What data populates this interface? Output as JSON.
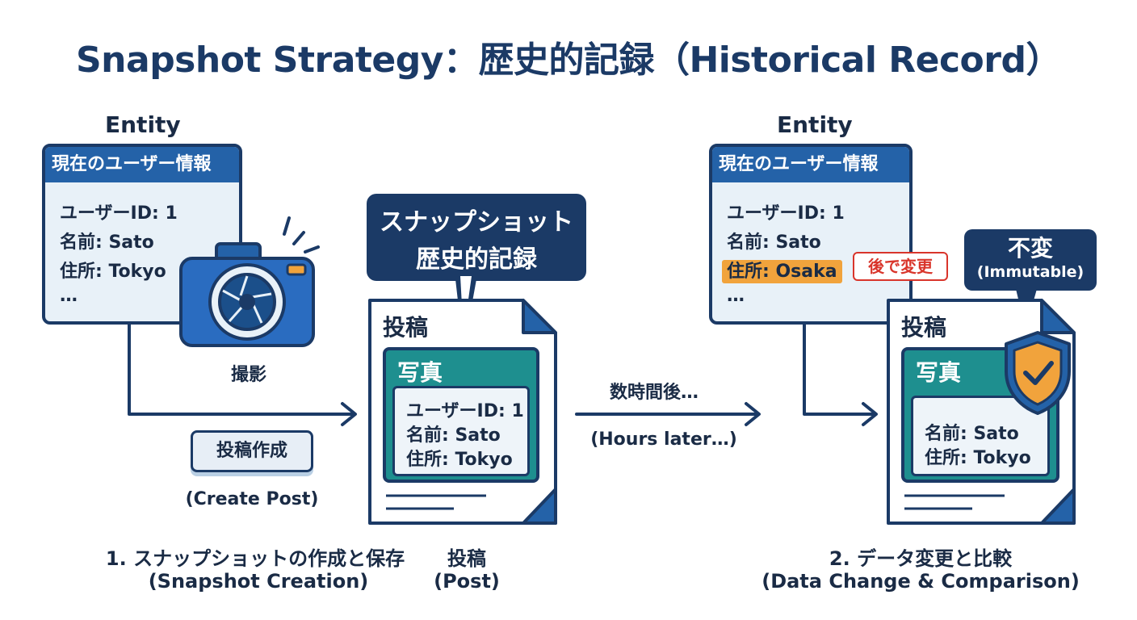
{
  "title": "Snapshot Strategy：歴史的記録（Historical Record）",
  "left": {
    "entity_label": "Entity",
    "card_header": "現在のユーザー情報",
    "lines": [
      "ユーザーID: 1",
      "名前: Sato",
      "住所: Tokyo",
      "…"
    ],
    "camera_caption": "撮影",
    "create_button": "投稿作成",
    "create_caption": "(Create Post)"
  },
  "bubble": {
    "line1": "スナップショット",
    "line2": "歴史的記録"
  },
  "post_doc": {
    "title": "投稿",
    "photo_title": "写真",
    "lines": [
      "ユーザーID: 1",
      "名前: Sato",
      "住所: Tokyo"
    ]
  },
  "middle": {
    "label": "数時間後…",
    "sublabel": "(Hours later…)"
  },
  "right": {
    "entity_label": "Entity",
    "card_header": "現在のユーザー情報",
    "lines": [
      "ユーザーID: 1",
      "名前: Sato",
      "住所: Osaka",
      "…"
    ],
    "changed_tag": "後で変更",
    "immutable_bubble": {
      "line1": "不変",
      "line2": "(Immutable)"
    },
    "doc": {
      "title": "投稿",
      "photo_title": "写真",
      "lines": [
        "名前: Sato",
        "住所: Tokyo"
      ]
    }
  },
  "captions": {
    "section1_line1": "1. スナップショットの作成と保存",
    "section1_line2": "(Snapshot Creation)",
    "post_line1": "投稿",
    "post_line2": "(Post)",
    "section2_line1": "2. データ変更と比較",
    "section2_line2": "(Data Change & Comparison)"
  },
  "colors": {
    "navy": "#1b3a66",
    "header_blue": "#2462a8",
    "teal": "#1e8f8f",
    "orange": "#f1a33c",
    "red": "#d9352b"
  }
}
